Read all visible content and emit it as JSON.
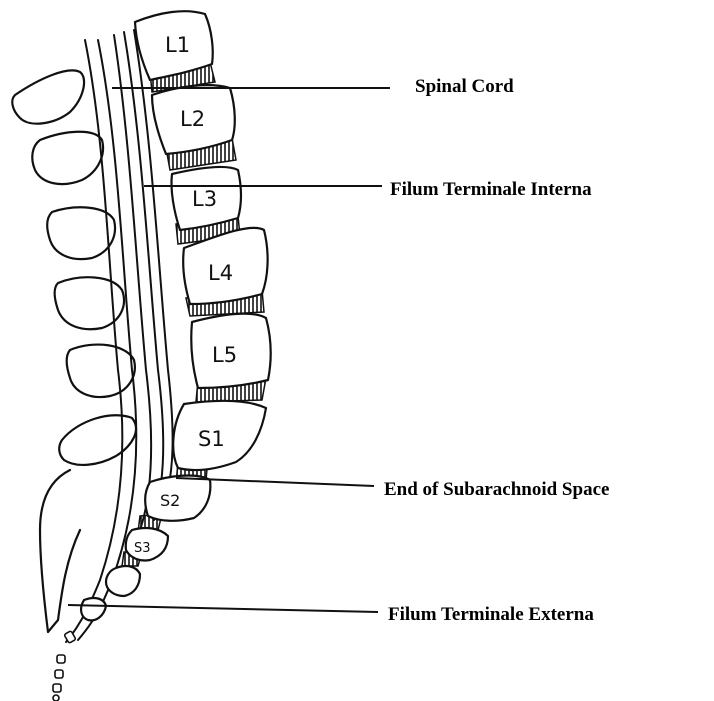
{
  "labels": {
    "spinal_cord": "Spinal Cord",
    "filum_interna": "Filum Terminale Interna",
    "end_subarachnoid": "End of Subarachnoid Space",
    "filum_externa": "Filum Terminale Externa"
  },
  "vertebrae": [
    "L1",
    "L2",
    "L3",
    "L4",
    "L5",
    "S1",
    "S2",
    "S3"
  ]
}
